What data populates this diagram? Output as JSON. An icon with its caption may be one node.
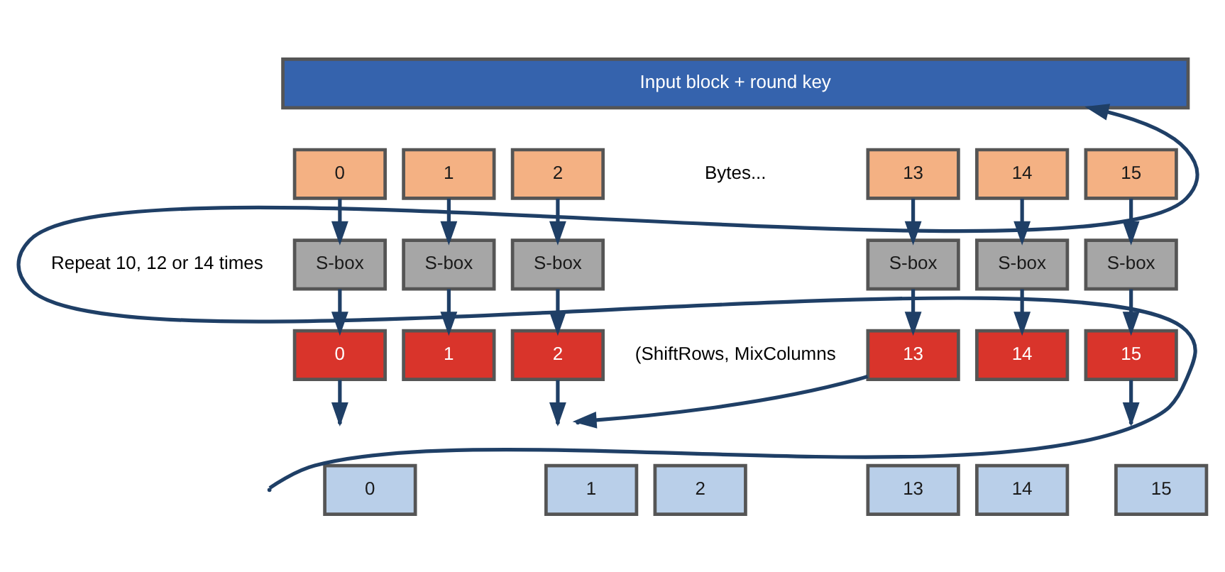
{
  "diagram": {
    "nodes": [
      {
        "text": [
          "Input block + round key"
        ]
      },
      {
        "text": [
          "0"
        ]
      },
      {
        "text": [
          "1"
        ]
      },
      {
        "text": [
          "2"
        ]
      },
      {
        "text": [
          "13"
        ]
      },
      {
        "text": [
          "14"
        ]
      },
      {
        "text": [
          "15"
        ]
      },
      {
        "text": [
          "S-box"
        ]
      },
      {
        "text": [
          "S-box"
        ]
      },
      {
        "text": [
          "S-box"
        ]
      },
      {
        "text": [
          "S-box"
        ]
      },
      {
        "text": [
          "S-box"
        ]
      },
      {
        "text": [
          "S-box"
        ]
      },
      {
        "text": [
          "0"
        ]
      },
      {
        "text": [
          "1"
        ]
      },
      {
        "text": [
          "2"
        ]
      },
      {
        "text": [
          "13"
        ]
      },
      {
        "text": [
          "14"
        ]
      },
      {
        "text": [
          "15"
        ]
      },
      {
        "text": [
          "0"
        ]
      },
      {
        "text": [
          "1"
        ]
      },
      {
        "text": [
          "2"
        ]
      },
      {
        "text": [
          "13"
        ]
      },
      {
        "text": [
          "14"
        ]
      },
      {
        "text": [
          "15"
        ]
      }
    ],
    "edges": [
      {
        "from": 1,
        "to": 7,
        "arrow": "to"
      },
      {
        "from": 2,
        "to": 8,
        "arrow": "to"
      },
      {
        "from": 3,
        "to": 9,
        "arrow": "to"
      },
      {
        "from": 4,
        "to": 10,
        "arrow": "to"
      },
      {
        "from": 5,
        "to": 11,
        "arrow": "to"
      },
      {
        "from": 6,
        "to": 12,
        "arrow": "to"
      },
      {
        "from": 7,
        "to": 13,
        "arrow": "to"
      },
      {
        "from": 8,
        "to": 14,
        "arrow": "to"
      },
      {
        "from": 9,
        "to": 15,
        "arrow": "to"
      },
      {
        "from": 10,
        "to": 16,
        "arrow": "to"
      },
      {
        "from": 11,
        "to": 17,
        "arrow": "to"
      },
      {
        "from": 12,
        "to": 18,
        "arrow": "to"
      },
      {
        "from": 13,
        "to": null,
        "arrow": "to"
      },
      {
        "from": 15,
        "to": null,
        "arrow": "to"
      },
      {
        "from": 16,
        "to": null,
        "arrow": "to"
      },
      {
        "from": 18,
        "to": null,
        "arrow": "to"
      },
      {
        "from": null,
        "to": 0,
        "arrow": "to"
      }
    ],
    "labels": [
      "Bytes...",
      "Repeat 10, 12 or 14 times",
      "(ShiftRows, MixColumns"
    ]
  }
}
